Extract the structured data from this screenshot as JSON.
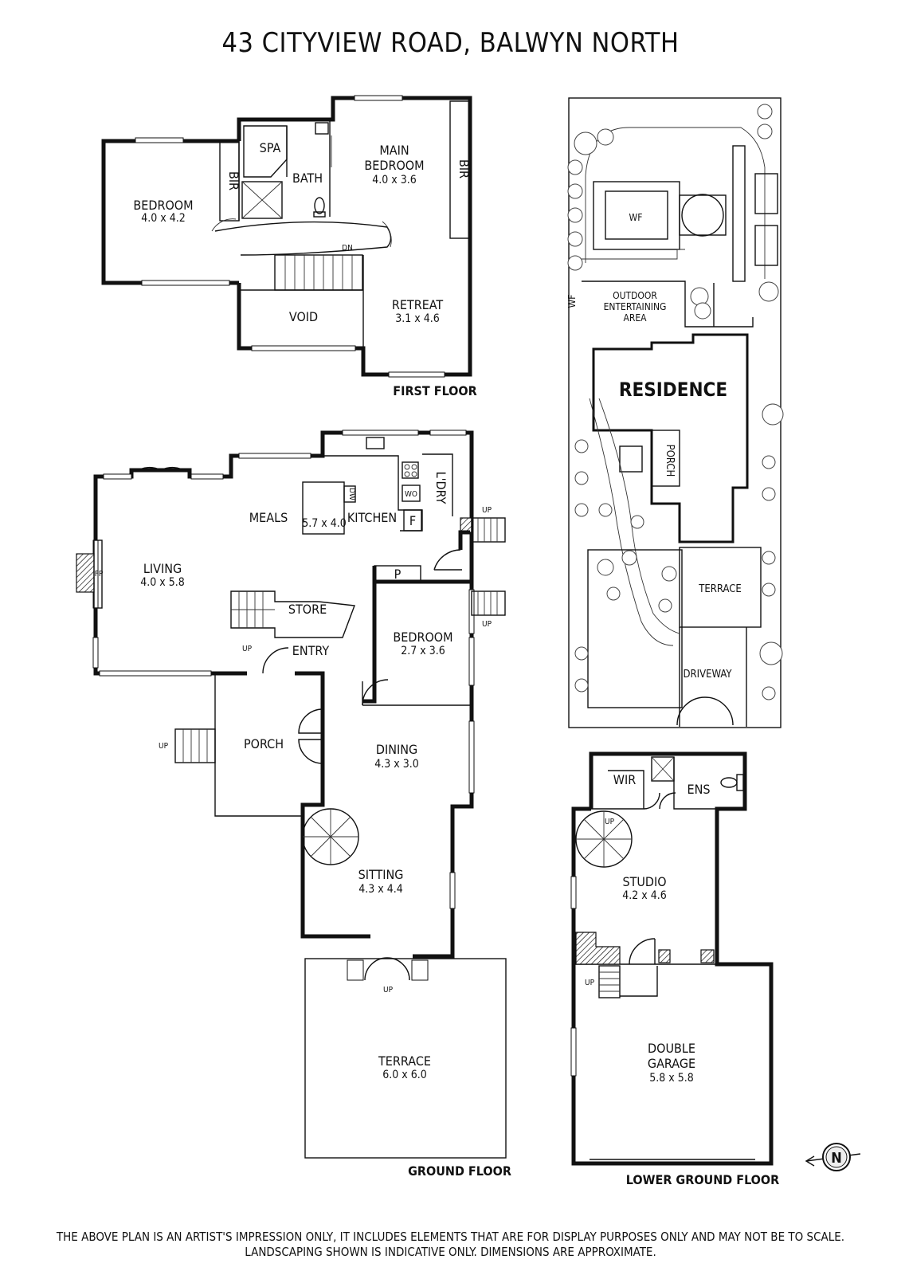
{
  "title": "43 CITYVIEW ROAD, BALWYN NORTH",
  "floors": {
    "first": "FIRST FLOOR",
    "ground": "GROUND FLOOR",
    "lower": "LOWER GROUND FLOOR"
  },
  "first_floor": {
    "bedroom": {
      "name": "BEDROOM",
      "dims": "4.0 x 4.2"
    },
    "bir_left": "BIR",
    "spa": "SPA",
    "bath": "BATH",
    "main_bedroom": {
      "name1": "MAIN",
      "name2": "BEDROOM",
      "dims": "4.0 x 3.6"
    },
    "bir_right": "BIR",
    "dn": "DN",
    "void": "VOID",
    "retreat": {
      "name": "RETREAT",
      "dims": "3.1 x 4.6"
    }
  },
  "ground_floor": {
    "meals": "MEALS",
    "kitchen": {
      "name": "KITCHEN",
      "dims": "5.7 x 4.0"
    },
    "dw": "DW",
    "wo": "WO",
    "f": "F",
    "ldry": "L'DRY",
    "living": {
      "name": "LIVING",
      "dims": "4.0 x 5.8"
    },
    "fp": "FP",
    "store": "STORE",
    "entry": "ENTRY",
    "p": "P",
    "bedroom": {
      "name": "BEDROOM",
      "dims": "2.7 x 3.6"
    },
    "porch": "PORCH",
    "dining": {
      "name": "DINING",
      "dims": "4.3 x 3.0"
    },
    "sitting": {
      "name": "SITTING",
      "dims": "4.3 x 4.4"
    },
    "terrace": {
      "name": "TERRACE",
      "dims": "6.0 x 6.0"
    },
    "up_labels": [
      "UP",
      "UP",
      "UP",
      "UP",
      "UP"
    ]
  },
  "site_plan": {
    "wf_pond": "WF",
    "wf_wall": "WF",
    "outdoor": [
      "OUTDOOR",
      "ENTERTAINING",
      "AREA"
    ],
    "residence": "RESIDENCE",
    "porch": "PORCH",
    "terrace": "TERRACE",
    "driveway": "DRIVEWAY"
  },
  "lower_ground": {
    "wir": "WIR",
    "ens": "ENS",
    "studio": {
      "name": "STUDIO",
      "dims": "4.2 x 4.6"
    },
    "double_garage": {
      "name1": "DOUBLE",
      "name2": "GARAGE",
      "dims": "5.8 x 5.8"
    },
    "up_labels": [
      "UP",
      "UP"
    ]
  },
  "compass": "N",
  "disclaimer": [
    "THE ABOVE PLAN IS AN ARTIST'S IMPRESSION ONLY, IT INCLUDES ELEMENTS THAT ARE FOR DISPLAY PURPOSES ONLY AND MAY NOT BE TO SCALE.",
    "LANDSCAPING SHOWN IS INDICATIVE ONLY. DIMENSIONS ARE APPROXIMATE."
  ]
}
